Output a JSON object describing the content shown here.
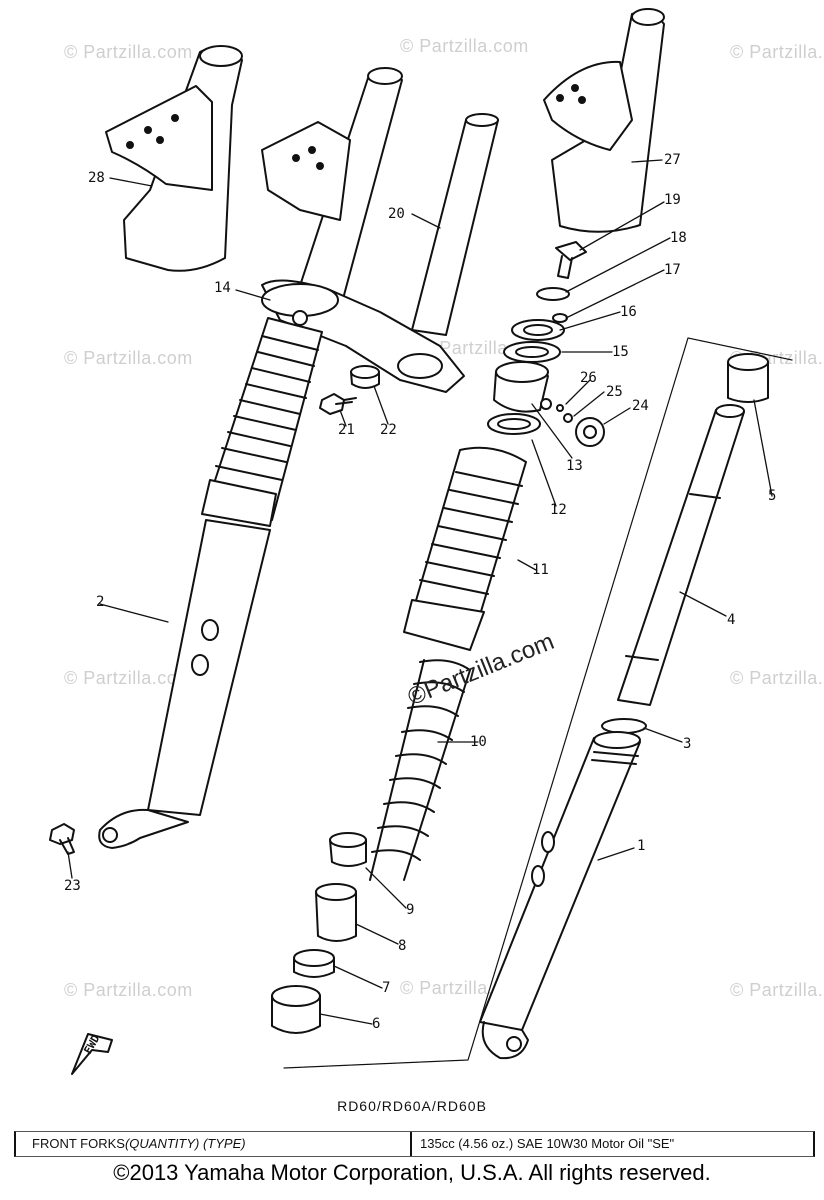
{
  "watermark": "© Partzilla.com",
  "watermark_main": "©Partzilla.com",
  "callouts": [
    "1",
    "2",
    "3",
    "4",
    "5",
    "6",
    "7",
    "8",
    "9",
    "10",
    "11",
    "12",
    "13",
    "14",
    "15",
    "16",
    "17",
    "18",
    "19",
    "20",
    "21",
    "22",
    "23",
    "24",
    "25",
    "26",
    "27",
    "28"
  ],
  "fwd_label": "FWD",
  "model": "RD60/RD60A/RD60B",
  "spec": {
    "part_prefix": "FRONT FORKS",
    "quantity": "(QUANTITY)",
    "type": "(TYPE)",
    "value": "135cc (4.56 oz.)   SAE 10W30 Motor Oil \"SE\""
  },
  "copyright": "©2013  Yamaha Motor Corporation, U.S.A. All rights reserved."
}
